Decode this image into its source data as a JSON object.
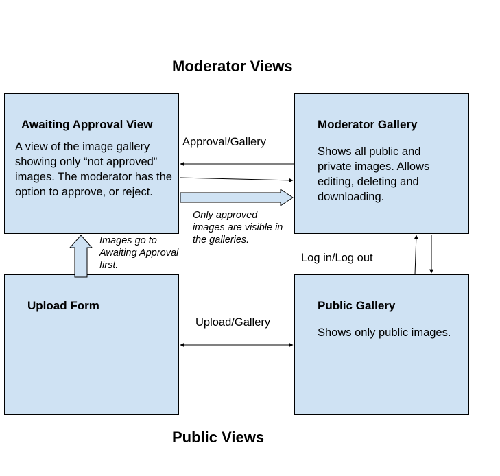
{
  "headings": {
    "moderator": "Moderator Views",
    "public": "Public Views"
  },
  "boxes": {
    "awaiting_approval": {
      "title": "Awaiting Approval View",
      "description": "A view of the image gallery showing only “not approved” images. The moderator has the option to approve, or reject."
    },
    "moderator_gallery": {
      "title": "Moderator Gallery",
      "description": "Shows all public and private images. Allows editing, deleting and downloading."
    },
    "upload_form": {
      "title": "Upload Form"
    },
    "public_gallery": {
      "title": "Public Gallery",
      "description": "Shows only  public images."
    }
  },
  "labels": {
    "approval_gallery": "Approval/Gallery",
    "login_logout": "Log in/Log out",
    "upload_gallery": "Upload/Gallery"
  },
  "notes": {
    "only_approved": "Only approved images are visible in the galleries.",
    "images_go_to": "Images go to Awaiting Approval first."
  },
  "colors": {
    "box_fill": "#cfe2f3",
    "stroke": "#000000"
  }
}
